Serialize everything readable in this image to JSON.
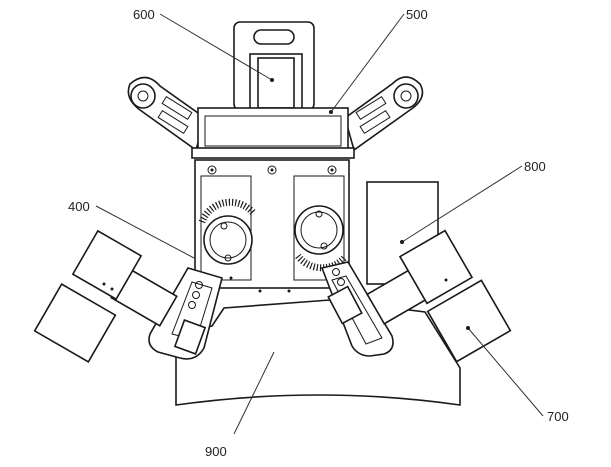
{
  "labels": {
    "l600": "600",
    "l500": "500",
    "l800": "800",
    "l400": "400",
    "l700": "700",
    "l900": "900"
  }
}
